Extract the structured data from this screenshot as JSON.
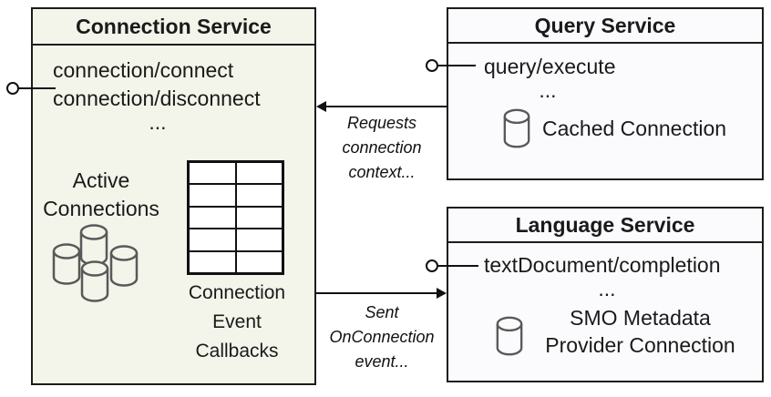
{
  "colors": {
    "connection_service_bg": "#f3f5ea",
    "service_bg": "#fbfbfd",
    "border": "#1c1c1c",
    "line": "#111111",
    "cylinder_stroke": "#595959",
    "text": "#1a1a1a"
  },
  "connection_service": {
    "title": "Connection Service",
    "methods": [
      "connection/connect",
      "connection/disconnect"
    ],
    "ellipsis": "...",
    "active_connections_label": "Active\nConnections",
    "callbacks_label": "Connection\nEvent\nCallbacks",
    "icons": {
      "cluster": "database-cylinders-cluster-icon",
      "callbacks_table": "callbacks-grid-table",
      "callbacks_table_rows": 5,
      "callbacks_table_cols": 2
    }
  },
  "query_service": {
    "title": "Query Service",
    "methods": [
      "query/execute"
    ],
    "ellipsis": "...",
    "cached_connection_label": "Cached Connection",
    "icon": "database-cylinder-icon"
  },
  "language_service": {
    "title": "Language Service",
    "methods": [
      "textDocument/completion"
    ],
    "ellipsis": "...",
    "smo_label": "SMO Metadata\nProvider Connection",
    "icon": "database-cylinder-icon"
  },
  "connectors": {
    "requests_arrow_label": "Requests\nconnection\ncontext...",
    "sent_arrow_label": "Sent\nOnConnection\nevent...",
    "lollipops": [
      "connection-service-interface",
      "query-service-interface",
      "language-service-interface"
    ]
  }
}
